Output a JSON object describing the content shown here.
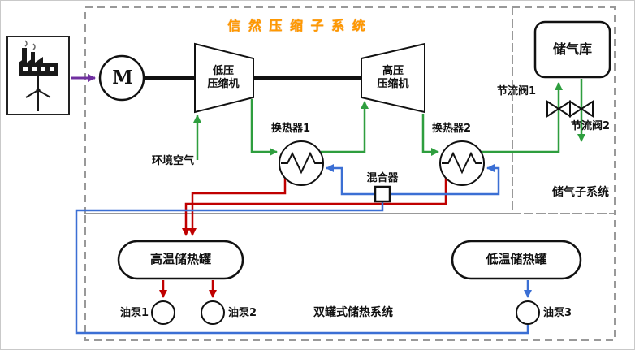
{
  "diagram": {
    "compression": {
      "title": "信 然 压 缩 子 系 统",
      "motor": "M",
      "lp": "低压\n压缩机",
      "hp": "高压\n压缩机",
      "ambient_air": "环境空气",
      "hx1": "换热器1",
      "hx2": "换热器2",
      "mixer": "混合器"
    },
    "gas": {
      "label": "储气子系统",
      "tank": "储气库",
      "valve1": "节流阀1",
      "valve2": "节流阀2"
    },
    "thermal": {
      "label": "双罐式储热系统",
      "hot_tank": "高温储热罐",
      "cold_tank": "低温储热罐",
      "pump1": "油泵1",
      "pump2": "油泵2",
      "pump3": "油泵3"
    }
  },
  "colors": {
    "title_accent": "#FF9800",
    "air_flow": "#2E9E3E",
    "hot_oil": "#C00000",
    "cold_oil": "#3B6FD4",
    "power": "#7030A0",
    "outline": "#1A1A1A",
    "dashed_border": "#999999"
  }
}
